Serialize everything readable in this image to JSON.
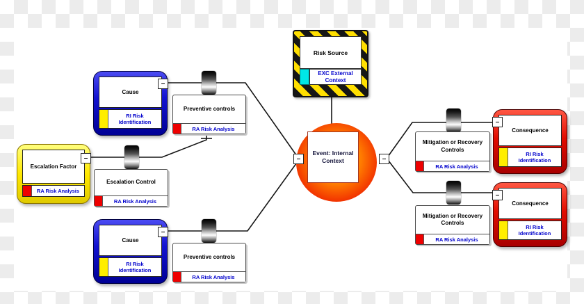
{
  "glyphs": {
    "collapse_minus": "–"
  },
  "nodes": {
    "risk_source": {
      "title": "Risk Source",
      "badge": "EXC External Context"
    },
    "event": {
      "title": "Event: Internal Context"
    },
    "cause_top": {
      "title": "Cause",
      "badge": "RI Risk Identification"
    },
    "preventive_top": {
      "title": "Preventive controls",
      "badge": "RA Risk Analysis"
    },
    "escalation_factor": {
      "title": "Escalation Factor",
      "badge": "RA Risk Analysis"
    },
    "escalation_control": {
      "title": "Escalation Control",
      "badge": "RA Risk Analysis"
    },
    "cause_bottom": {
      "title": "Cause",
      "badge": "RI Risk Identification"
    },
    "preventive_bottom": {
      "title": "Preventive controls",
      "badge": "RA Risk Analysis"
    },
    "mitigation_top": {
      "title": "Mitigation or Recovery Controls",
      "badge": "RA Risk Analysis"
    },
    "consequence_top": {
      "title": "Consequence",
      "badge": "RI Risk Identification"
    },
    "mitigation_bottom": {
      "title": "Mitigation or Recovery Controls",
      "badge": "RA Risk Analysis"
    },
    "consequence_bottom": {
      "title": "Consequence",
      "badge": "RI Risk Identification"
    }
  },
  "colors": {
    "cause_border": "#1212d0",
    "consequence_border": "#e20c00",
    "escalation_border": "#ffe800",
    "event_outer": "#df1000",
    "event_core": "#ffb400",
    "hazard_yellow": "#ffdf00",
    "hazard_black": "#161616",
    "badge_text_blue": "#0000cc",
    "ri_marker_yellow": "#ffee00",
    "ra_marker_red": "#ee0000",
    "external_marker_cyan": "#00e6e6",
    "connector_black": "#151515",
    "checker_gray": "#ececec",
    "checker_white": "#ffffff"
  }
}
